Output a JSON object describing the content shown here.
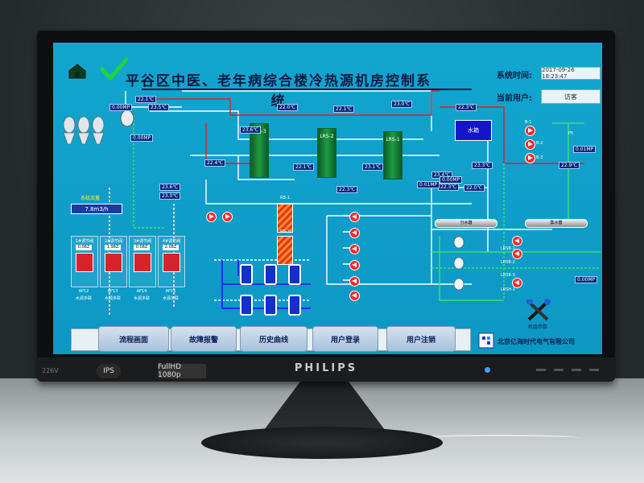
{
  "monitor": {
    "brand": "PHILIPS",
    "model": "226V",
    "badges": [
      "IPS",
      "FullHD 1080p"
    ]
  },
  "app": {
    "title": "平谷区中医、老年病综合楼冷热源机房控制系统",
    "system_time_label": "系统时间:",
    "system_time_value": "2017-09-26 18:23:47",
    "current_user_label": "当前用户:",
    "current_user_value": "访客",
    "company": "北京亿海时代电气有限公司",
    "system_flow_label": "系统流量",
    "system_flow_value": "7.8m3/h",
    "water_tank_label": "水箱",
    "supply_header_label": "分水器",
    "return_header_label": "集水器",
    "machine_maintenance_label": "机组参数"
  },
  "nav": [
    {
      "label": "流程画面"
    },
    {
      "label": "故障报警"
    },
    {
      "label": "历史曲线"
    },
    {
      "label": "用户登录"
    },
    {
      "label": "用户注销"
    }
  ],
  "chillers": [
    {
      "label": "LRS-3"
    },
    {
      "label": "LRS-2"
    },
    {
      "label": "LRS-1"
    }
  ],
  "heat_exchangers": [
    {
      "label": "RB-1"
    },
    {
      "label": "RB-2"
    }
  ],
  "units": [
    {
      "header": "1#调节阀",
      "value": "0.08Z",
      "label": "AP12",
      "sublabel": "水源多联"
    },
    {
      "header": "2#调节阀",
      "value": "1.98Z",
      "label": "AP13",
      "sublabel": "水源多联"
    },
    {
      "header": "3#调节阀",
      "value": "0.08Z",
      "label": "AP14",
      "sublabel": "水源多联"
    },
    {
      "header": "4#调节阀",
      "value": "2.08Z",
      "label": "AP15",
      "sublabel": "水源多联"
    }
  ],
  "readings": {
    "t1": "22.1℃",
    "t2": "23.5℃",
    "t3": "22.0℃",
    "t4": "22.1℃",
    "t5": "23.0℃",
    "t6": "23.6℃",
    "t7": "22.4℃",
    "t8": "22.1℃",
    "t9": "23.1℃",
    "t10": "23.6℃",
    "t11": "23.0℃",
    "t12": "23.4℃",
    "t13": "22.3℃",
    "t14": "22.0℃",
    "t15": "23.3℃",
    "t16": "22.3℃",
    "t17": "22.9℃",
    "t18": "22.3℃",
    "p1": "0.00MP",
    "p2": "0.00MP",
    "p3": "0.00MP",
    "p4": "0.01MP",
    "p5": "0.01MP",
    "p6": "0.00MP"
  },
  "pumps": [
    "B-1",
    "B-2",
    "B-3",
    "P5",
    "LRSB-1",
    "LRSB-2",
    "LRSB-3",
    "LRSH-1"
  ],
  "colors": {
    "screen_bg": "#12a6cf",
    "pipe_white": "#ffffff",
    "pipe_red": "#e21d2b",
    "pipe_green": "#3ee06b",
    "tank_green": "#1f9b43",
    "pump_red": "#ff2a2a",
    "title_text": "#0a1a45"
  },
  "icons": [
    "home-icon",
    "checkmark-icon",
    "tools-icon",
    "company-logo-icon"
  ]
}
